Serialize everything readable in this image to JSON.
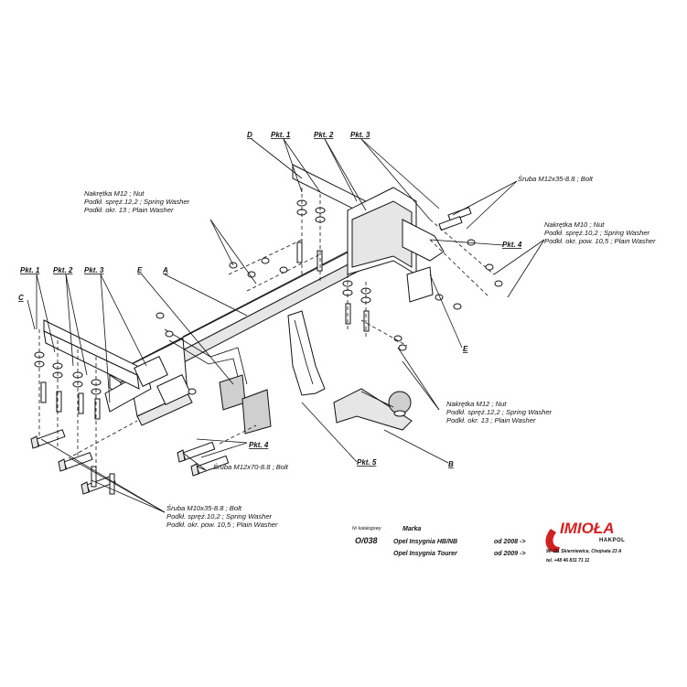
{
  "labels": {
    "D": "D",
    "C": "C",
    "A": "A",
    "B": "B",
    "E_left": "E",
    "E_right": "E",
    "pkt1_top": "Pkt. 1",
    "pkt2_top": "Pkt. 2",
    "pkt3_top": "Pkt. 3",
    "pkt1_left": "Pkt. 1",
    "pkt2_left": "Pkt. 2",
    "pkt3_left": "Pkt. 3",
    "pkt4_right": "Pkt. 4",
    "pkt4_mid": "Pkt. 4",
    "pkt5": "Pkt. 5"
  },
  "notes": {
    "topleft": [
      "Nakrętka  M12 ; Nut",
      "Podkł. spręż.12,2 ; Spring Washer",
      "Podkł. okr. 13 ; Plain Washer"
    ],
    "bolt_top": "Śruba M12x35-8.8 ;  Bolt",
    "right": [
      "Nakrętka  M10 ; Nut",
      "Podkł. spręż.10,2 ; Spring Washer",
      "Podkł. okr. pow. 10,5 ; Plain Washer"
    ],
    "mid": [
      "Nakrętka  M12 ; Nut",
      "Podkł. spręż.12,2 ; Spring Washer",
      "Podkł. okr. 13 ; Plain Washer"
    ],
    "bolt_mid": "Śruba M12x70-8.8 ;  Bolt",
    "bottom": [
      "Śruba M10x35-8.8 ;  Bolt",
      "Podkł. spręż.10,2 ; Spring Washer",
      "Podkł. okr. pow. 10,5 ; Plain Washer"
    ]
  },
  "title_block": {
    "nr_label": "Nr katalogowy",
    "marka_label": "Marka",
    "code": "O/038",
    "models": [
      {
        "name": "Opel Insygnia HB/NB",
        "from": "od 2008 ->"
      },
      {
        "name": "Opel Insygnia Tourer",
        "from": "od 2009 ->"
      }
    ],
    "brand": "IMIOŁA",
    "brand_sub": "HAKPOL",
    "address": "96-111 Skierniewice, Chojnata 23 A",
    "phone": "tel. +48 46 831 71 11",
    "brand_color": "#d42020"
  }
}
